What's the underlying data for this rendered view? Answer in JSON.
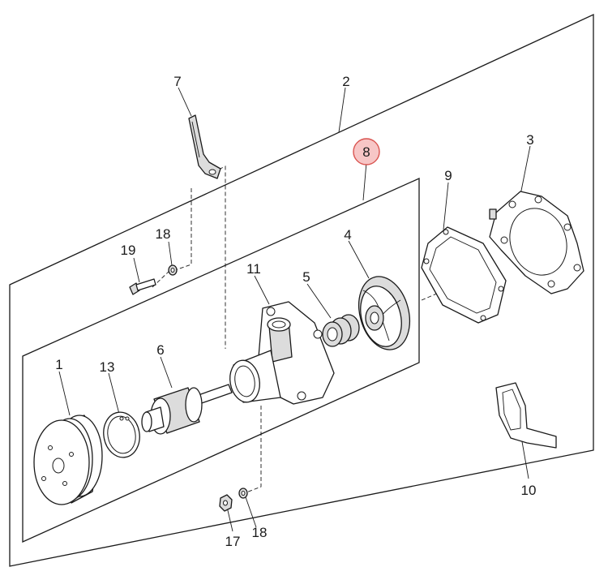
{
  "callouts": {
    "c1": "1",
    "c2": "2",
    "c3": "3",
    "c4": "4",
    "c5": "5",
    "c6": "6",
    "c7": "7",
    "c8": "8",
    "c9": "9",
    "c10": "10",
    "c11": "11",
    "c13": "13",
    "c17": "17",
    "c18a": "18",
    "c18b": "18",
    "c19": "19"
  },
  "colors": {
    "line": "#1a1a1a",
    "highlight_fill": "#f7c6c6",
    "highlight_stroke": "#d9534f"
  }
}
